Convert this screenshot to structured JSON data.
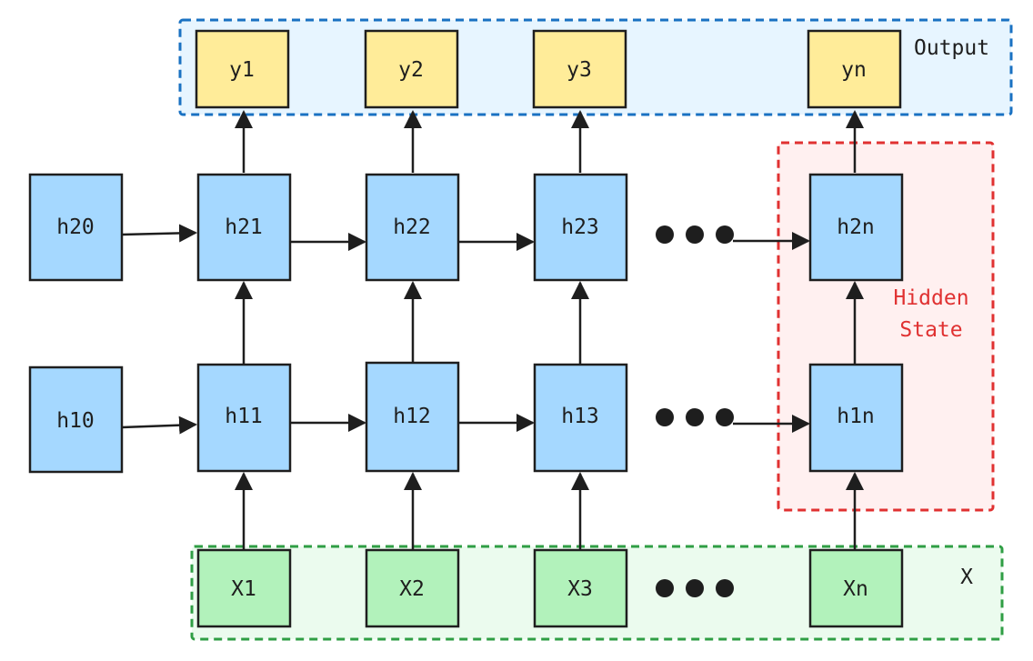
{
  "regions": {
    "output": {
      "label": "Output",
      "stroke": "#1971c2",
      "fill": "#e7f5ff"
    },
    "hidden": {
      "label_line1": "Hidden",
      "label_line2": "State",
      "stroke": "#e03131",
      "fill": "#fff0f0"
    },
    "input": {
      "label": "X",
      "stroke": "#2f9e44",
      "fill": "#ebfbee"
    }
  },
  "nodes": {
    "outputs": [
      "y1",
      "y2",
      "y3",
      "yn"
    ],
    "layer2": [
      "h20",
      "h21",
      "h22",
      "h23",
      "h2n"
    ],
    "layer1": [
      "h10",
      "h11",
      "h12",
      "h13",
      "h1n"
    ],
    "inputs": [
      "X1",
      "X2",
      "X3",
      "Xn"
    ]
  },
  "colors": {
    "output_node": "#ffec99",
    "hidden_node": "#a5d8ff",
    "input_node": "#b2f2bb",
    "stroke": "#1e1e1e"
  },
  "ellipsis": "●●●"
}
